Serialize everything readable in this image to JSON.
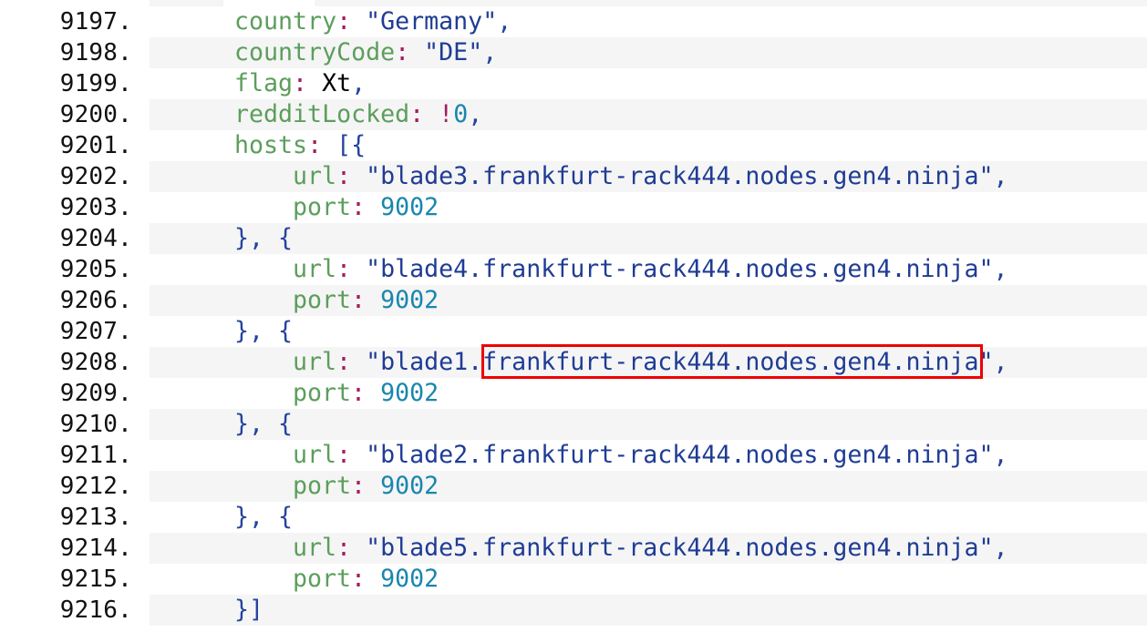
{
  "code_view": {
    "lines": [
      {
        "number": "9197.",
        "indent": 0,
        "tokens": [
          {
            "t": "k",
            "v": "country"
          },
          {
            "t": "p",
            "v": ":"
          },
          {
            "t": "x",
            "v": " "
          },
          {
            "t": "s",
            "v": "\"Germany\""
          },
          {
            "t": "b",
            "v": ","
          }
        ]
      },
      {
        "number": "9198.",
        "indent": 0,
        "tokens": [
          {
            "t": "k",
            "v": "countryCode"
          },
          {
            "t": "p",
            "v": ":"
          },
          {
            "t": "x",
            "v": " "
          },
          {
            "t": "s",
            "v": "\"DE\""
          },
          {
            "t": "b",
            "v": ","
          }
        ]
      },
      {
        "number": "9199.",
        "indent": 0,
        "tokens": [
          {
            "t": "k",
            "v": "flag"
          },
          {
            "t": "p",
            "v": ":"
          },
          {
            "t": "x",
            "v": " "
          },
          {
            "t": "i",
            "v": "Xt"
          },
          {
            "t": "b",
            "v": ","
          }
        ]
      },
      {
        "number": "9200.",
        "indent": 0,
        "tokens": [
          {
            "t": "k",
            "v": "redditLocked"
          },
          {
            "t": "p",
            "v": ":"
          },
          {
            "t": "x",
            "v": " "
          },
          {
            "t": "p",
            "v": "!"
          },
          {
            "t": "n",
            "v": "0"
          },
          {
            "t": "b",
            "v": ","
          }
        ]
      },
      {
        "number": "9201.",
        "indent": 0,
        "tokens": [
          {
            "t": "k",
            "v": "hosts"
          },
          {
            "t": "p",
            "v": ":"
          },
          {
            "t": "x",
            "v": " "
          },
          {
            "t": "b",
            "v": "[{"
          }
        ]
      },
      {
        "number": "9202.",
        "indent": 1,
        "tokens": [
          {
            "t": "k",
            "v": "url"
          },
          {
            "t": "p",
            "v": ":"
          },
          {
            "t": "x",
            "v": " "
          },
          {
            "t": "s",
            "v": "\"blade3.frankfurt-rack444.nodes.gen4.ninja\""
          },
          {
            "t": "b",
            "v": ","
          }
        ]
      },
      {
        "number": "9203.",
        "indent": 1,
        "tokens": [
          {
            "t": "k",
            "v": "port"
          },
          {
            "t": "p",
            "v": ":"
          },
          {
            "t": "x",
            "v": " "
          },
          {
            "t": "n",
            "v": "9002"
          }
        ]
      },
      {
        "number": "9204.",
        "indent": 0,
        "tokens": [
          {
            "t": "b",
            "v": "}, {"
          }
        ]
      },
      {
        "number": "9205.",
        "indent": 1,
        "tokens": [
          {
            "t": "k",
            "v": "url"
          },
          {
            "t": "p",
            "v": ":"
          },
          {
            "t": "x",
            "v": " "
          },
          {
            "t": "s",
            "v": "\"blade4.frankfurt-rack444.nodes.gen4.ninja\""
          },
          {
            "t": "b",
            "v": ","
          }
        ]
      },
      {
        "number": "9206.",
        "indent": 1,
        "tokens": [
          {
            "t": "k",
            "v": "port"
          },
          {
            "t": "p",
            "v": ":"
          },
          {
            "t": "x",
            "v": " "
          },
          {
            "t": "n",
            "v": "9002"
          }
        ]
      },
      {
        "number": "9207.",
        "indent": 0,
        "tokens": [
          {
            "t": "b",
            "v": "}, {"
          }
        ]
      },
      {
        "number": "9208.",
        "indent": 1,
        "tokens": [
          {
            "t": "k",
            "v": "url"
          },
          {
            "t": "p",
            "v": ":"
          },
          {
            "t": "x",
            "v": " "
          },
          {
            "t": "s",
            "v": "\"blade1.frankfurt-rack444.nodes.gen4.ninja\""
          },
          {
            "t": "b",
            "v": ","
          }
        ]
      },
      {
        "number": "9209.",
        "indent": 1,
        "tokens": [
          {
            "t": "k",
            "v": "port"
          },
          {
            "t": "p",
            "v": ":"
          },
          {
            "t": "x",
            "v": " "
          },
          {
            "t": "n",
            "v": "9002"
          }
        ]
      },
      {
        "number": "9210.",
        "indent": 0,
        "tokens": [
          {
            "t": "b",
            "v": "}, {"
          }
        ]
      },
      {
        "number": "9211.",
        "indent": 1,
        "tokens": [
          {
            "t": "k",
            "v": "url"
          },
          {
            "t": "p",
            "v": ":"
          },
          {
            "t": "x",
            "v": " "
          },
          {
            "t": "s",
            "v": "\"blade2.frankfurt-rack444.nodes.gen4.ninja\""
          },
          {
            "t": "b",
            "v": ","
          }
        ]
      },
      {
        "number": "9212.",
        "indent": 1,
        "tokens": [
          {
            "t": "k",
            "v": "port"
          },
          {
            "t": "p",
            "v": ":"
          },
          {
            "t": "x",
            "v": " "
          },
          {
            "t": "n",
            "v": "9002"
          }
        ]
      },
      {
        "number": "9213.",
        "indent": 0,
        "tokens": [
          {
            "t": "b",
            "v": "}, {"
          }
        ]
      },
      {
        "number": "9214.",
        "indent": 1,
        "tokens": [
          {
            "t": "k",
            "v": "url"
          },
          {
            "t": "p",
            "v": ":"
          },
          {
            "t": "x",
            "v": " "
          },
          {
            "t": "s",
            "v": "\"blade5.frankfurt-rack444.nodes.gen4.ninja\""
          },
          {
            "t": "b",
            "v": ","
          }
        ]
      },
      {
        "number": "9215.",
        "indent": 1,
        "tokens": [
          {
            "t": "k",
            "v": "port"
          },
          {
            "t": "p",
            "v": ":"
          },
          {
            "t": "x",
            "v": " "
          },
          {
            "t": "n",
            "v": "9002"
          }
        ]
      },
      {
        "number": "9216.",
        "indent": 0,
        "tokens": [
          {
            "t": "b",
            "v": "}]"
          }
        ]
      }
    ],
    "highlight": {
      "line": "9208.",
      "text": "frankfurt-rack444.nodes.gen4.ninja",
      "color": "#ee0000"
    },
    "colors": {
      "key": "#5c9e5c",
      "punctuation_operator": "#a31e5f",
      "string": "#1f3c94",
      "number": "#1a86ad",
      "bracket": "#24449e",
      "identifier": "#000000",
      "stripe_background": "#f5f5f5"
    }
  }
}
